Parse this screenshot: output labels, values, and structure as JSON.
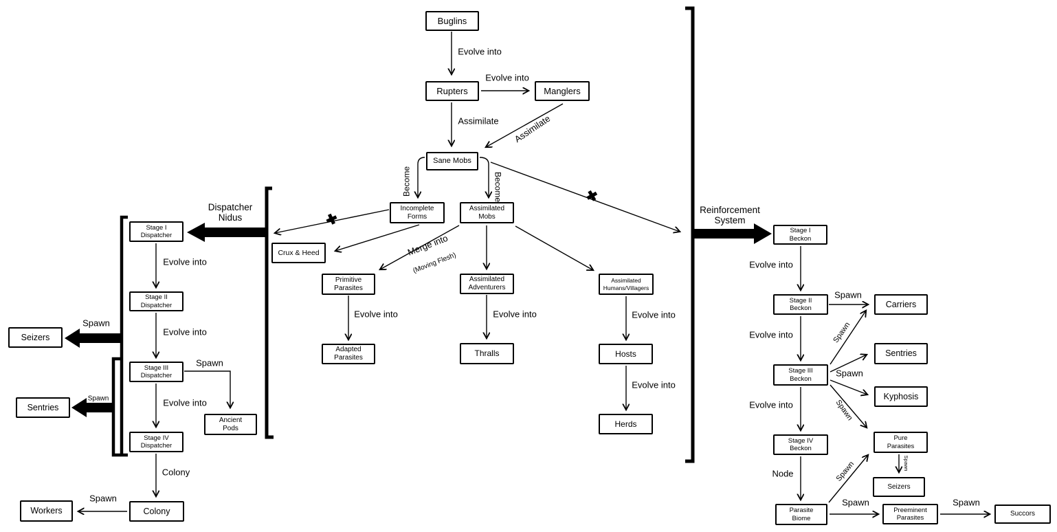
{
  "colors": {
    "background": "#ffffff",
    "ink": "#000000"
  },
  "nodes": {
    "buglins": "Buglins",
    "rupters": "Rupters",
    "manglers": "Manglers",
    "sane_mobs": "Sane Mobs",
    "incomplete_forms": "Incomplete\nForms",
    "assimilated_mobs": "Assimilated\nMobs",
    "crux_heed": "Crux & Heed",
    "primitive_parasites": "Primitive\nParasites",
    "adapted_parasites": "Adapted\nParasites",
    "assimilated_adventurers": "Assimilated\nAdventurers",
    "thralls": "Thralls",
    "assimilated_humans": "Assimilated\nHumans/Villagers",
    "hosts": "Hosts",
    "herds": "Herds",
    "stage1_dispatcher": "Stage I\nDispatcher",
    "stage2_dispatcher": "Stage II\nDispatcher",
    "stage3_dispatcher": "Stage III\nDispatcher",
    "stage4_dispatcher": "Stage IV\nDispatcher",
    "seizers_left": "Seizers",
    "sentries_left": "Sentries",
    "ancient_pods": "Ancient\nPods",
    "colony": "Colony",
    "workers": "Workers",
    "stage1_beckon": "Stage I\nBeckon",
    "stage2_beckon": "Stage II\nBeckon",
    "stage3_beckon": "Stage III\nBeckon",
    "stage4_beckon": "Stage IV\nBeckon",
    "parasite_biome": "Parasite\nBiome",
    "carriers": "Carriers",
    "sentries_right": "Sentries",
    "kyphosis": "Kyphosis",
    "pure_parasites": "Pure\nParasites",
    "seizers_right": "Seizers",
    "preeminent_parasites": "Preeminent\nParasites",
    "succors": "Succors"
  },
  "sections": {
    "dispatcher_nidus": "Dispatcher\nNidus",
    "reinforcement_system": "Reinforcement\nSystem"
  },
  "labels": {
    "evolve_into": "Evolve into",
    "assimilate": "Assimilate",
    "become": "Become",
    "spawn": "Spawn",
    "merge_into": "Merge into",
    "moving_flesh": "(Moving Flesh)",
    "colony": "Colony",
    "node": "Node",
    "x_mark": "✖"
  },
  "edges": [
    {
      "from": "Buglins",
      "to": "Rupters",
      "label": "Evolve into"
    },
    {
      "from": "Rupters",
      "to": "Manglers",
      "label": "Evolve into"
    },
    {
      "from": "Rupters",
      "to": "Sane Mobs",
      "label": "Assimilate"
    },
    {
      "from": "Manglers",
      "to": "Sane Mobs",
      "label": "Assimilate"
    },
    {
      "from": "Sane Mobs",
      "to": "Incomplete Forms",
      "label": "Become"
    },
    {
      "from": "Sane Mobs",
      "to": "Assimilated Mobs",
      "label": "Become"
    },
    {
      "from": "Incomplete Forms",
      "to": "Dispatcher Nidus",
      "label": "✖"
    },
    {
      "from": "Sane Mobs",
      "to": "Reinforcement System",
      "label": "✖"
    },
    {
      "from": "Incomplete Forms",
      "to": "Crux & Heed",
      "label": ""
    },
    {
      "from": "Assimilated Mobs",
      "to": "Primitive Parasites",
      "label": "Merge into (Moving Flesh)"
    },
    {
      "from": "Assimilated Mobs",
      "to": "Assimilated Adventurers",
      "label": ""
    },
    {
      "from": "Assimilated Mobs",
      "to": "Assimilated Humans/Villagers",
      "label": ""
    },
    {
      "from": "Primitive Parasites",
      "to": "Adapted Parasites",
      "label": "Evolve into"
    },
    {
      "from": "Assimilated Adventurers",
      "to": "Thralls",
      "label": "Evolve into"
    },
    {
      "from": "Assimilated Humans/Villagers",
      "to": "Hosts",
      "label": "Evolve into"
    },
    {
      "from": "Hosts",
      "to": "Herds",
      "label": "Evolve into"
    },
    {
      "from": "Dispatcher Nidus",
      "to": "Stage I Dispatcher",
      "label": ""
    },
    {
      "from": "Stage I Dispatcher",
      "to": "Stage II Dispatcher",
      "label": "Evolve into"
    },
    {
      "from": "Stage II Dispatcher",
      "to": "Stage III Dispatcher",
      "label": "Evolve into"
    },
    {
      "from": "Stage III Dispatcher",
      "to": "Stage IV Dispatcher",
      "label": "Evolve into"
    },
    {
      "from": "Dispatcher stages",
      "to": "Seizers",
      "label": "Spawn"
    },
    {
      "from": "Stage III-IV Dispatcher",
      "to": "Sentries",
      "label": "Spawn"
    },
    {
      "from": "Stage III Dispatcher",
      "to": "Ancient Pods",
      "label": "Spawn"
    },
    {
      "from": "Stage IV Dispatcher",
      "to": "Colony",
      "label": "Colony"
    },
    {
      "from": "Colony",
      "to": "Workers",
      "label": "Spawn"
    },
    {
      "from": "Reinforcement System",
      "to": "Stage I Beckon",
      "label": ""
    },
    {
      "from": "Stage I Beckon",
      "to": "Stage II Beckon",
      "label": "Evolve into"
    },
    {
      "from": "Stage II Beckon",
      "to": "Stage III Beckon",
      "label": "Evolve into"
    },
    {
      "from": "Stage III Beckon",
      "to": "Stage IV Beckon",
      "label": "Evolve into"
    },
    {
      "from": "Stage II Beckon",
      "to": "Carriers",
      "label": "Spawn"
    },
    {
      "from": "Stage III Beckon",
      "to": "Carriers",
      "label": "Spawn"
    },
    {
      "from": "Stage III Beckon",
      "to": "Sentries",
      "label": "Spawn"
    },
    {
      "from": "Stage III Beckon",
      "to": "Kyphosis",
      "label": "Spawn"
    },
    {
      "from": "Stage III Beckon",
      "to": "Pure Parasites",
      "label": "Spawn"
    },
    {
      "from": "Stage IV Beckon",
      "to": "Parasite Biome",
      "label": "Node"
    },
    {
      "from": "Parasite Biome",
      "to": "Pure Parasites",
      "label": "Spawn"
    },
    {
      "from": "Pure Parasites",
      "to": "Seizers",
      "label": "Spawn"
    },
    {
      "from": "Parasite Biome",
      "to": "Preeminent Parasites",
      "label": "Spawn"
    },
    {
      "from": "Preeminent Parasites",
      "to": "Succors",
      "label": "Spawn"
    }
  ]
}
